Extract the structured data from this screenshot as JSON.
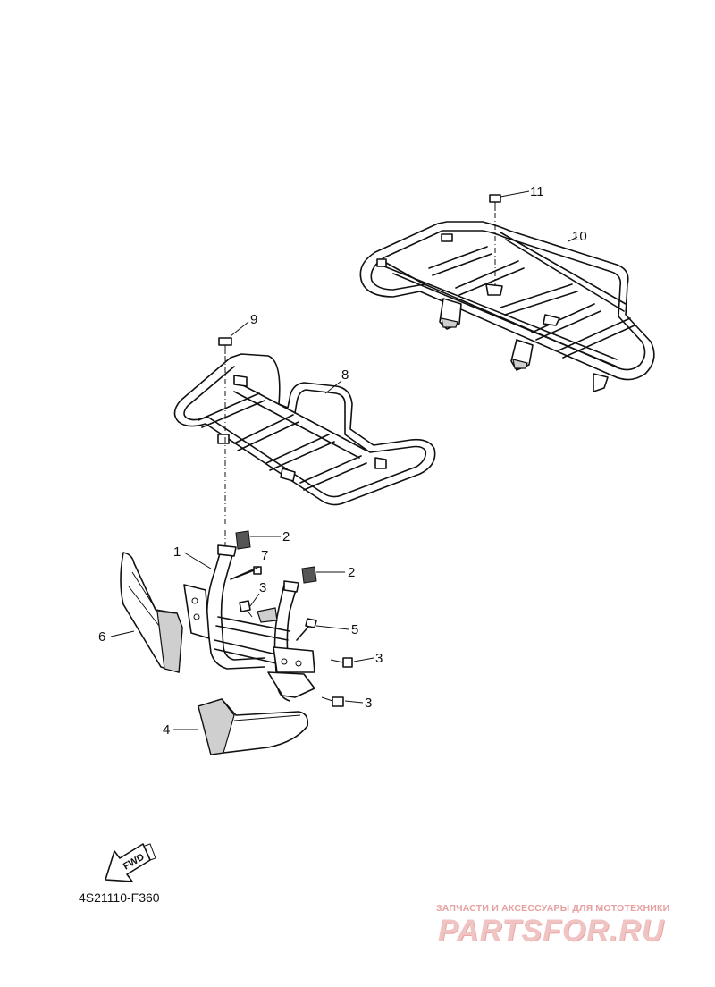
{
  "diagram": {
    "code": "4S21110-F360",
    "fwd_label": "FWD",
    "callouts": [
      "1",
      "2",
      "2",
      "3",
      "3",
      "3",
      "4",
      "5",
      "6",
      "7",
      "8",
      "9",
      "10",
      "11"
    ]
  },
  "watermark": {
    "caption": "ЗАПЧАСТИ И АКСЕССУАРЫ ДЛЯ МОТОТЕХНИКИ",
    "logo": "PARTSFOR.RU",
    "color": "#e8a3a3"
  }
}
